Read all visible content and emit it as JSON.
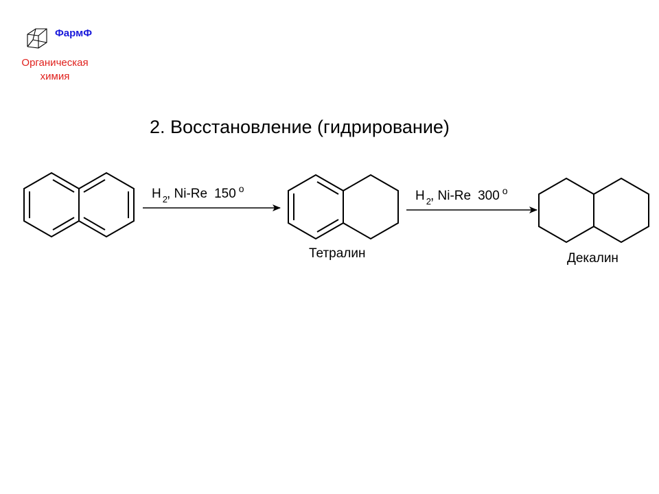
{
  "logo": {
    "brand": "ФармФ",
    "subject": "Органическая химия",
    "colors": {
      "brand": "#1a1adb",
      "subject": "#e0201c"
    },
    "icon": "adamantane-icon"
  },
  "slide": {
    "title": "2. Восстановление (гидрирование)"
  },
  "reaction": {
    "step1": {
      "h": "H",
      "sub": "2",
      "reagent": ", Ni-Re",
      "temp": "150",
      "deg": "o"
    },
    "step2": {
      "h": "H",
      "sub": "2",
      "reagent": ", Ni-Re",
      "temp": "300",
      "deg": "o"
    },
    "molecules": [
      {
        "id": "naphthalene",
        "label": ""
      },
      {
        "id": "tetralin",
        "label": "Тетралин"
      },
      {
        "id": "decalin",
        "label": "Декалин"
      }
    ]
  }
}
